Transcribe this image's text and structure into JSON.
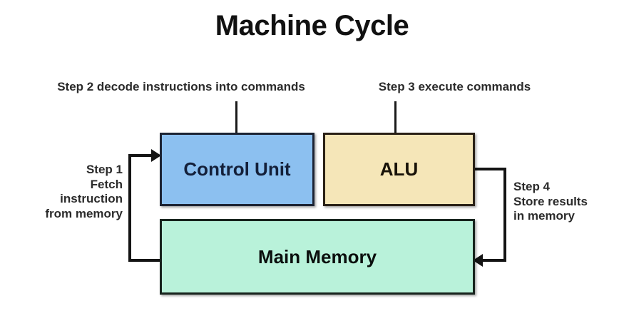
{
  "diagram": {
    "title": "Machine Cycle",
    "nodes": [
      {
        "id": "control-unit",
        "label": "Control Unit",
        "fill": "#8cc0f0",
        "border": "#1c2333",
        "text_color": "#14203a"
      },
      {
        "id": "alu",
        "label": "ALU",
        "fill": "#f5e6b8",
        "border": "#2a2116",
        "text_color": "#181208"
      },
      {
        "id": "main-memory",
        "label": "Main Memory",
        "fill": "#b9f2da",
        "border": "#17231d",
        "text_color": "#0b0f0d"
      }
    ],
    "steps": [
      {
        "id": "step-1",
        "text": "Step 1\nFetch\ninstruction\nfrom memory",
        "align": "right",
        "target": "control-unit"
      },
      {
        "id": "step-2",
        "text": "Step 2 decode instructions into commands",
        "align": "center",
        "target": "control-unit"
      },
      {
        "id": "step-3",
        "text": "Step 3 execute commands",
        "align": "center",
        "target": "alu"
      },
      {
        "id": "step-4",
        "text": "Step 4\nStore results\nin memory",
        "align": "left",
        "target": "main-memory"
      }
    ],
    "connectors": [
      {
        "id": "memory-to-control-unit",
        "from": "main-memory",
        "to": "control-unit",
        "arrow": "right",
        "style": "bracket-left"
      },
      {
        "id": "alu-to-main-memory",
        "from": "alu",
        "to": "main-memory",
        "arrow": "left",
        "style": "bracket-right"
      }
    ],
    "background": "#ffffff",
    "line_color": "#141414"
  }
}
